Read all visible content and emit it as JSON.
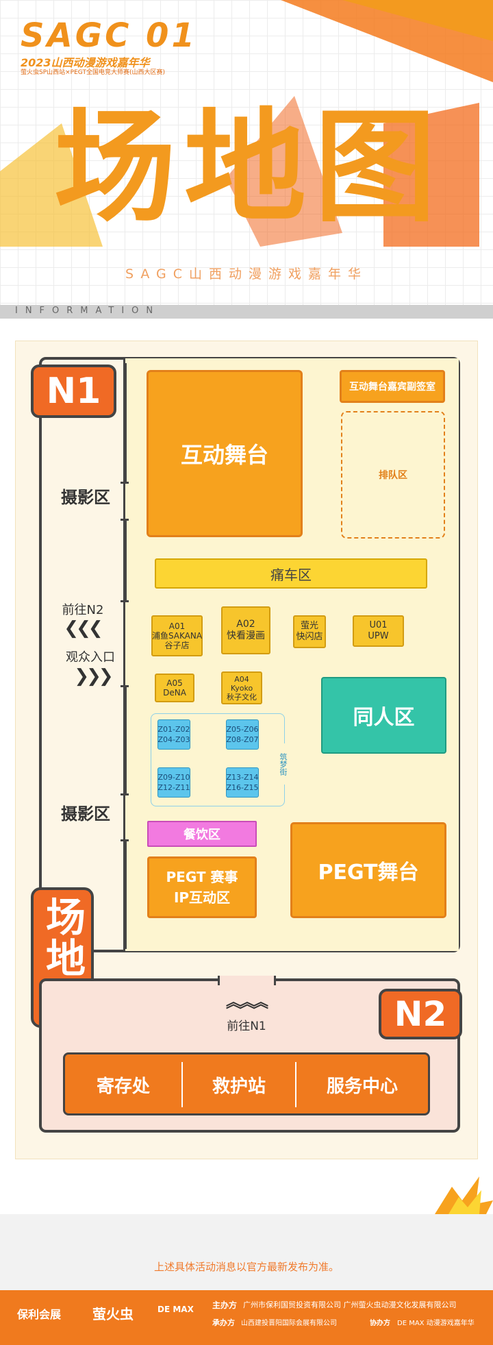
{
  "header": {
    "logo_main": "SAGC 01",
    "logo_sub": "2023山西动漫游戏嘉年华",
    "logo_sub2": "萤火虫SP山西站×PEGT全国电竞大师赛(山西大区赛)",
    "title": "场地图",
    "subtitle": "SAGC山西动漫游戏嘉年华",
    "info_bar": "INFORMATION"
  },
  "map": {
    "hall_n1": "N1",
    "hall_n2": "N2",
    "zone_photo_top": "摄影区",
    "zone_photo_bottom": "摄影区",
    "to_n2": "前往N2",
    "entrance": "观众入口",
    "to_n1": "前往N1",
    "interactive_stage": "互动舞台",
    "guest_signing_room": "互动舞台嘉宾副签室",
    "queue_area": "排队区",
    "itasha_area": "痛车区",
    "doujin_area": "同人区",
    "food_area": "餐饮区",
    "pegt_event": "PEGT 赛事\nIP互动区",
    "pegt_stage": "PEGT舞台",
    "dream_street": "筑梦街",
    "side_badge": "场地图",
    "booths": [
      {
        "code": "A01",
        "name": "浦鱼SAKANA\n谷子店"
      },
      {
        "code": "A02",
        "name": "快看漫画"
      },
      {
        "code": "",
        "name": "萤光\n快闪店"
      },
      {
        "code": "U01",
        "name": "UPW"
      },
      {
        "code": "A05",
        "name": "DeNA"
      },
      {
        "code": "A04",
        "name": "Kyoko\n秋子文化"
      }
    ],
    "z_booths": [
      "Z01-Z02\nZ04-Z03",
      "Z05-Z06\nZ08-Z07",
      "Z09-Z10\nZ12-Z11",
      "Z13-Z14\nZ16-Z15"
    ],
    "services": [
      "寄存处",
      "救护站",
      "服务中心"
    ]
  },
  "footnote": "上述具体活动消息以官方最新发布为准。",
  "footer": {
    "brand1": "保利会展",
    "brand2": "萤火虫",
    "brand3": "DE MAX",
    "organizer_label": "主办方",
    "organizer": "广州市保利国贸投资有限公司  广州萤火虫动漫文化发展有限公司",
    "undertaker_label": "承办方",
    "undertaker": "山西建投晋阳国际会展有限公司",
    "coorg_label": "协办方",
    "coorg": "DE MAX 动漫游戏嘉年华"
  },
  "colors": {
    "accent": "#f07a1e",
    "stage": "#f7a21e",
    "doujin": "#34c4a8",
    "food": "#f27ae0",
    "itasha": "#fcd533"
  }
}
